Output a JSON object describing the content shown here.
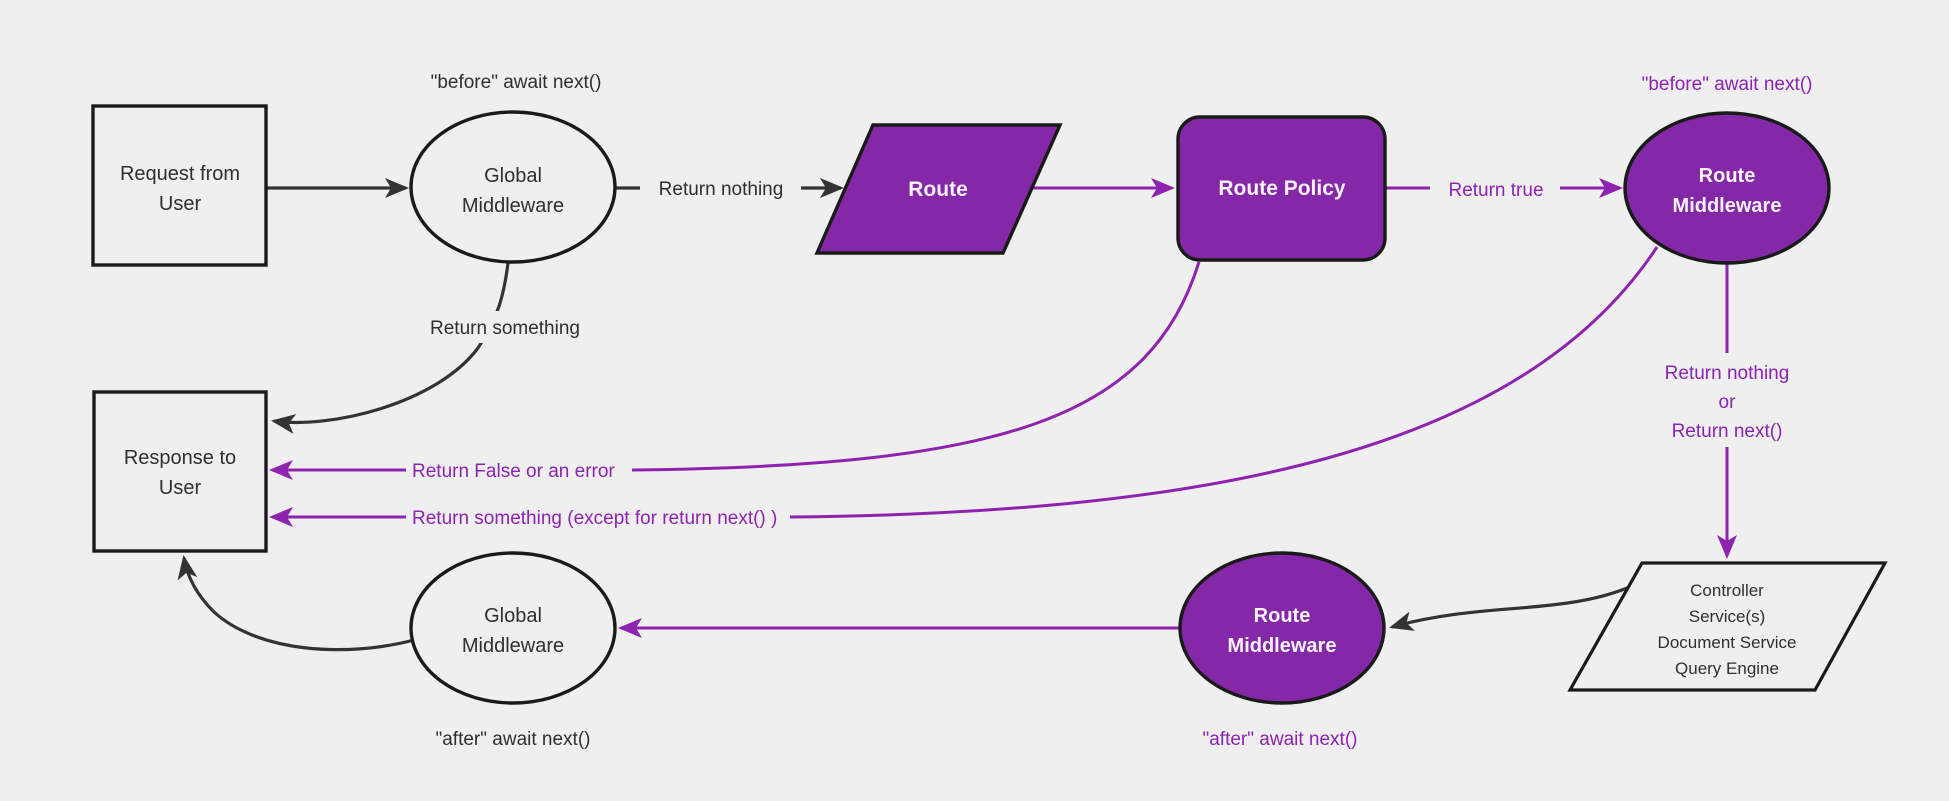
{
  "colors": {
    "background": "#efefef",
    "purple_fill": "#8428a8",
    "purple_line": "#8d23af",
    "black_line": "#333333",
    "shape_border": "#1a1a1a",
    "dark_text": "#2f2f2f",
    "white_text": "#f8f2fa"
  },
  "nodes": {
    "request_from_user": {
      "line1": "Request from",
      "line2": "User"
    },
    "global_middleware_top": {
      "line1": "Global",
      "line2": "Middleware"
    },
    "route": {
      "label": "Route"
    },
    "route_policy": {
      "label": "Route Policy"
    },
    "route_middleware_top": {
      "line1": "Route",
      "line2": "Middleware"
    },
    "services": {
      "line1": "Controller",
      "line2": "Service(s)",
      "line3": "Document Service",
      "line4": "Query Engine"
    },
    "route_middleware_bottom": {
      "line1": "Route",
      "line2": "Middleware"
    },
    "global_middleware_bottom": {
      "line1": "Global",
      "line2": "Middleware"
    },
    "response_to_user": {
      "line1": "Response to",
      "line2": "User"
    }
  },
  "edge_labels": {
    "before_await_next_global": "\"before\" await next()",
    "return_nothing": "Return nothing",
    "return_true": "Return true",
    "before_await_next_route": "\"before\" await next()",
    "return_something": "Return something",
    "return_nothing_or_line1": "Return nothing",
    "return_nothing_or_line2": "or",
    "return_nothing_or_line3": "Return next()",
    "return_false_or_error": "Return False or an error",
    "return_something_except": "Return something (except for return next() )",
    "after_await_next_route": "\"after\" await next()",
    "after_await_next_global": "\"after\" await next()"
  }
}
